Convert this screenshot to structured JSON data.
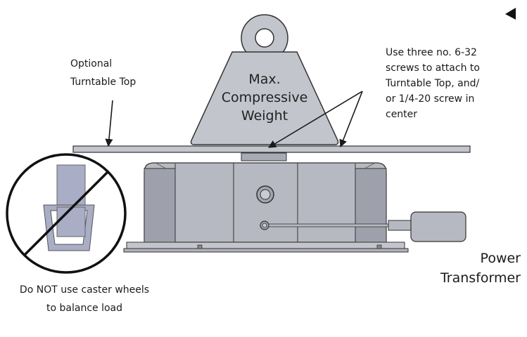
{
  "labels": {
    "optional_top": [
      "Optional",
      "Turntable Top"
    ],
    "screws_note": [
      "Use three no. 6-32",
      "screws to attach to",
      "Turntable Top, and/",
      "or 1/4-20 screw in",
      "center"
    ],
    "weight": [
      "Max.",
      "Compressive",
      "Weight"
    ],
    "power": [
      "Power",
      "Transformer"
    ],
    "caster_warning": [
      "Do NOT use caster wheels",
      "to balance load"
    ]
  },
  "colors": {
    "outline": "#1a1a1a",
    "body": "#b7b9c2",
    "body_dark": "#9ea1ab",
    "weight_fill": "#c3c5cd",
    "caster_fill": "#a9adc5"
  },
  "icons": [
    "pointer-arrow-icon",
    "no-caster-wheel-icon"
  ]
}
